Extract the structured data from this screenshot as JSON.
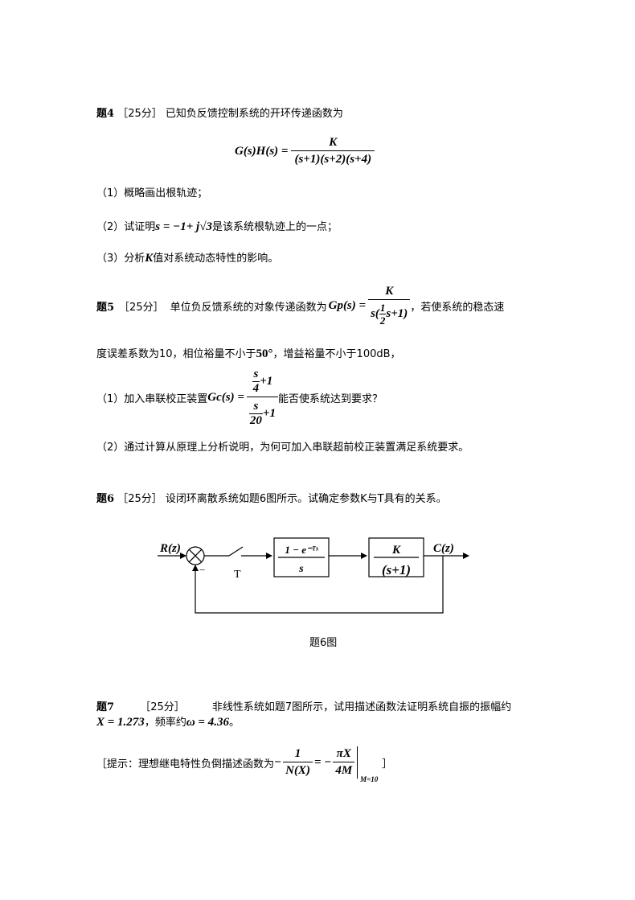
{
  "q4": {
    "label": "题4",
    "score": "［25分］",
    "text": "已知负反馈控制系统的开环传递函数为",
    "eq_lhs": "G(s)H(s) =",
    "eq_num": "K",
    "eq_den": "(s+1)(s+2)(s+4)",
    "item1": "（1）概略画出根轨迹；",
    "item2_pre": "（2）试证明",
    "item2_math": "s = −1+ j√3",
    "item2_post": "是该系统根轨迹上的一点；",
    "item3_pre": "（3）分析",
    "item3_math": "K",
    "item3_post": "值对系统动态特性的影响。"
  },
  "q5": {
    "label": "题5",
    "score": "［25分］",
    "text": "单位负反馈系统的对象传递函数为",
    "gp_lhs": "Gp(s) =",
    "gp_num": "K",
    "gp_den_s": "s(",
    "gp_den_frac_num": "1",
    "gp_den_frac_den": "2",
    "gp_den_tail": "s+1)",
    "text2": "，若使系统的稳态速",
    "line2_pre": "度误差系数为10，相位裕量不小于",
    "line2_math": "50°",
    "line2_post": "，增益裕量不小于100dB，",
    "item1_pre": "（1）加入串联校正装置",
    "gc_lhs": "Gc(s) =",
    "gc_num_s": "s",
    "gc_num_d": "4",
    "gc_num_tail": "+1",
    "gc_den_s": "s",
    "gc_den_d": "20",
    "gc_den_tail": "+1",
    "item1_post": "能否使系统达到要求？",
    "item2": "（2）通过计算从原理上分析说明，为何可加入串联超前校正装置满足系统要求。"
  },
  "q6": {
    "label": "题6",
    "score": "［25分］",
    "text": "设闭环离散系统如题6图所示。试确定参数K与T具有的关系。",
    "diagram": {
      "input": "R(z)",
      "output": "C(z)",
      "minus": "−",
      "sampler": "T",
      "block1_num": "1 − e⁻ᵀˢ",
      "block1_den": "s",
      "block2_num": "K",
      "block2_den": "(s+1)"
    },
    "caption": "题6图"
  },
  "q7": {
    "label": "题7",
    "score": "［25分］",
    "text": "非线性系统如题7图所示，试用描述函数法证明系统自振的振幅约",
    "line2_x": "X = 1.273",
    "line2_mid": "，频率约",
    "line2_w": "ω = 4.36",
    "line2_end": "。",
    "hint_pre": "［提示：理想继电特性负倒描述函数为",
    "hint_minus1": "−",
    "hint_f1_num": "1",
    "hint_f1_den": "N(X)",
    "hint_eq": "= −",
    "hint_f2_num": "πX",
    "hint_f2_den": "4M",
    "hint_sub": "M=10",
    "hint_end": "］"
  }
}
